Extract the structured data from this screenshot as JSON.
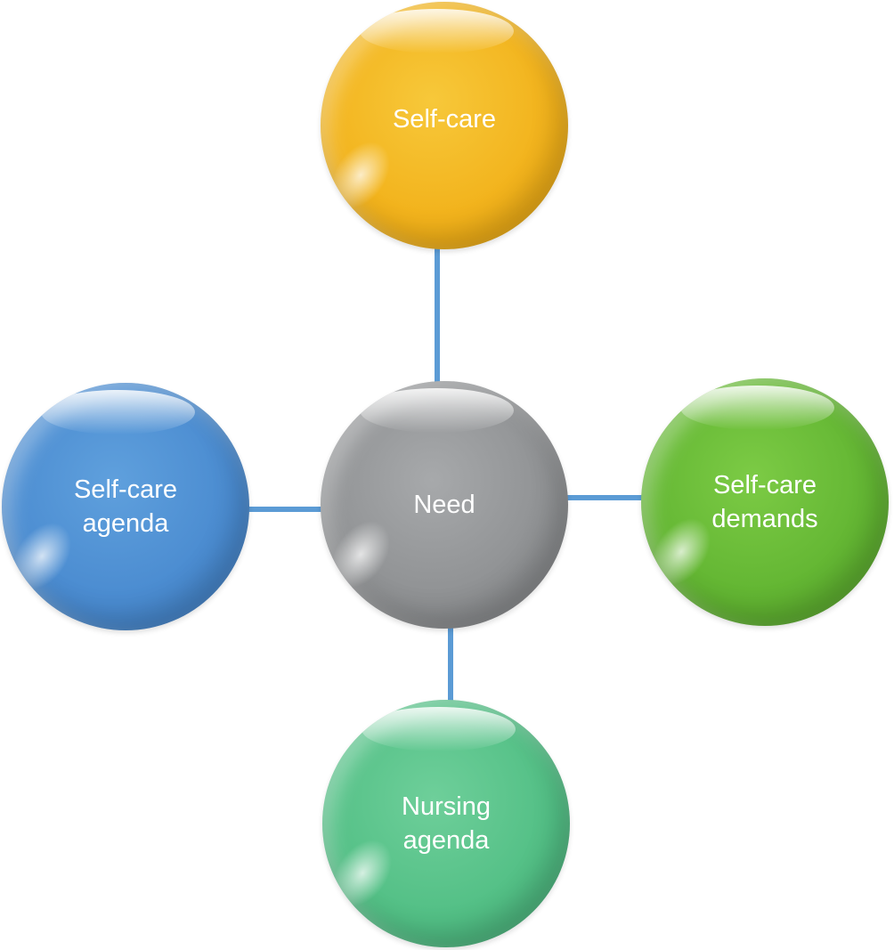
{
  "diagram": {
    "center": {
      "lines": [
        "Need"
      ]
    },
    "top": {
      "lines": [
        "Self-care"
      ]
    },
    "left": {
      "lines": [
        "Self-care",
        "agenda"
      ]
    },
    "right": {
      "lines": [
        "Self-care",
        "demands"
      ]
    },
    "bottom": {
      "lines": [
        "Nursing",
        "agenda"
      ]
    }
  },
  "colors": {
    "top": "#f2b21b",
    "center": "#8f9193",
    "left": "#4a8bd0",
    "right": "#62b532",
    "bottom": "#52bf85",
    "connector": "#5b9bd5"
  }
}
